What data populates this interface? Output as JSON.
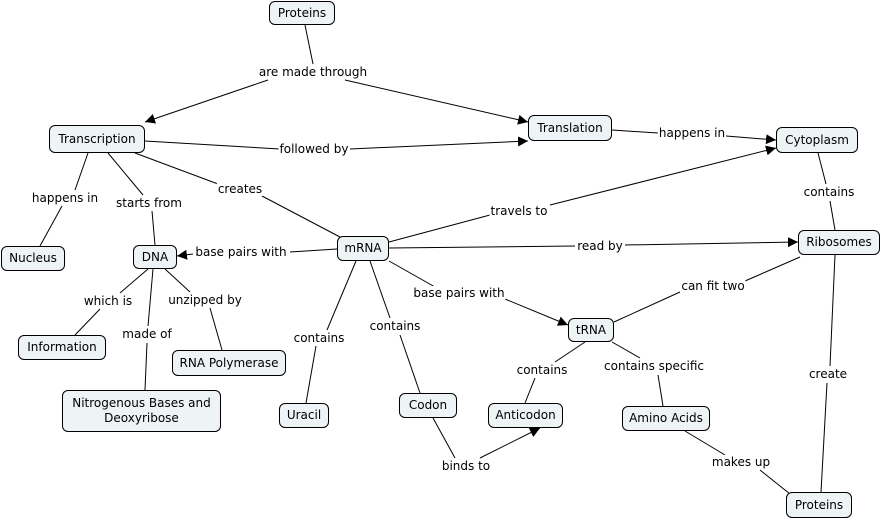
{
  "nodes": {
    "proteins_top": "Proteins",
    "transcription": "Transcription",
    "translation": "Translation",
    "cytoplasm": "Cytoplasm",
    "nucleus": "Nucleus",
    "dna": "DNA",
    "mrna": "mRNA",
    "ribosomes": "Ribosomes",
    "information": "Information",
    "rna_polymerase": "RNA Polymerase",
    "nitrogenous": "Nitrogenous Bases and\nDeoxyribose",
    "uracil": "Uracil",
    "codon": "Codon",
    "trna": "tRNA",
    "anticodon": "Anticodon",
    "amino_acids": "Amino Acids",
    "proteins_bottom": "Proteins"
  },
  "links": {
    "are_made_through": "are made through",
    "followed_by": "followed by",
    "happens_in_cyto": "happens in",
    "creates": "creates",
    "contains_cyto": "contains",
    "happens_in_nucleus": "happens in",
    "starts_from": "starts from",
    "travels_to": "travels to",
    "base_pairs_dna": "base pairs with",
    "read_by": "read by",
    "can_fit_two": "can fit two",
    "base_pairs_trna": "base pairs with",
    "which_is": "which is",
    "unzipped_by": "unzipped by",
    "made_of": "made of",
    "contains_uracil": "contains",
    "contains_codon": "contains",
    "contains_anticodon": "contains",
    "contains_specific": "contains specific",
    "create": "create",
    "binds_to": "binds to",
    "makes_up": "makes up"
  },
  "colors": {
    "node_fill": "#eef3f5",
    "line": "#000000"
  }
}
